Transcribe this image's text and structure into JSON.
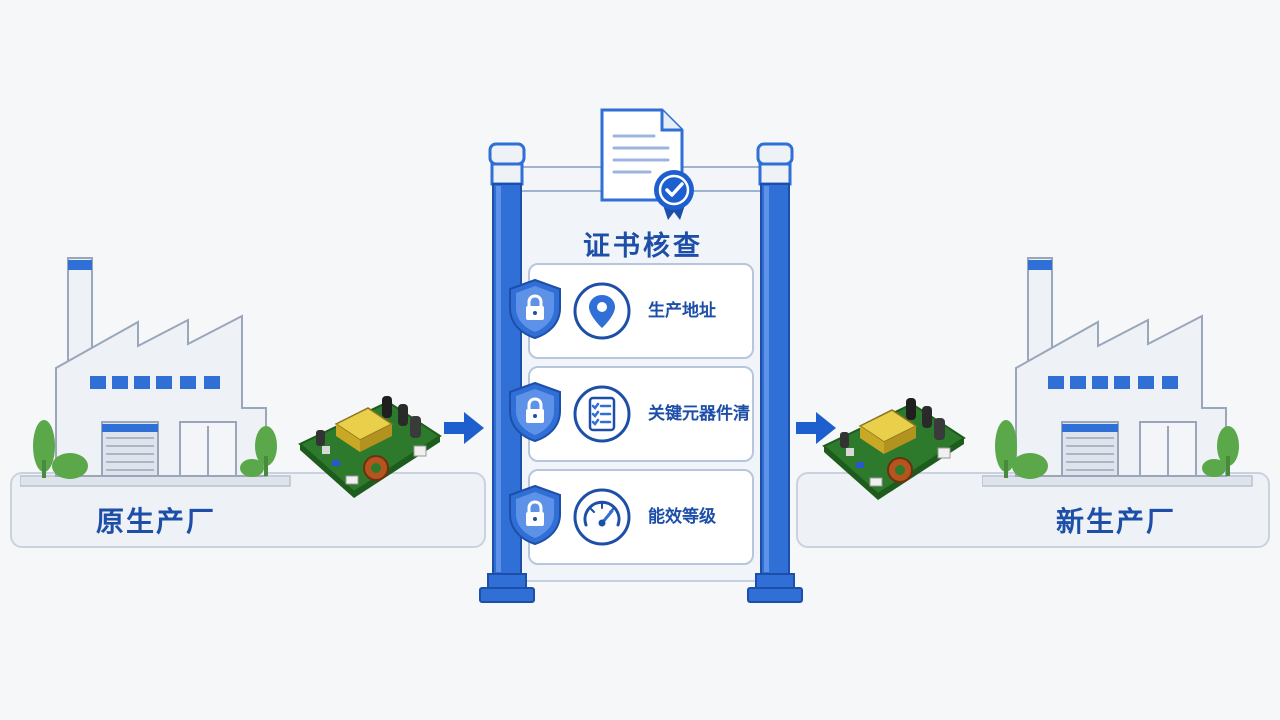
{
  "diagram": {
    "source_factory": {
      "label": "原生产厂"
    },
    "target_factory": {
      "label": "新生产厂"
    },
    "gate": {
      "title": "证书核查",
      "items": [
        {
          "label": "生产地址",
          "icon": "location-pin-icon"
        },
        {
          "label": "关键元器件清单",
          "icon": "checklist-icon"
        },
        {
          "label": "能效等级",
          "icon": "gauge-icon"
        }
      ]
    }
  },
  "colors": {
    "primary": "#2f6fd6",
    "dark_blue": "#1d4fa8",
    "pcb_green": "#2d7a2d",
    "tree_green": "#5aa84a"
  }
}
